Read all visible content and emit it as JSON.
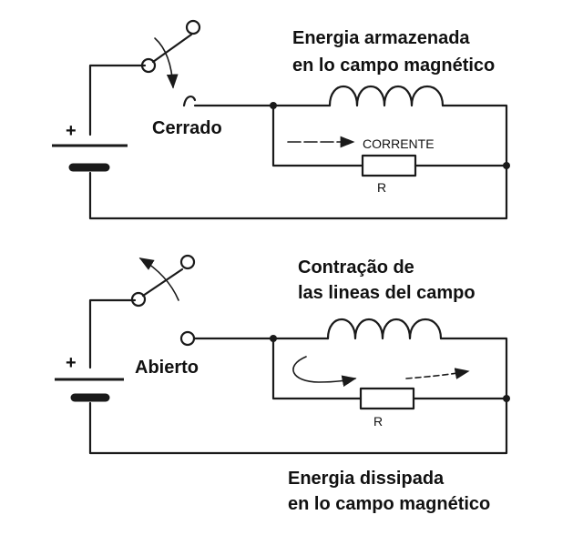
{
  "top_circuit": {
    "state_label": "Cerrado",
    "caption_line1": "Energia armazenada",
    "caption_line2": "en lo campo magnético",
    "current_label": "CORRENTE",
    "resistor_label": "R",
    "battery_plus": "+"
  },
  "bottom_circuit": {
    "state_label": "Abierto",
    "caption_line1": "Contração de",
    "caption_line2": "las lineas del campo",
    "footer_line1": "Energia dissipada",
    "footer_line2": "en lo campo magnético",
    "resistor_label": "R",
    "battery_plus": "+"
  }
}
